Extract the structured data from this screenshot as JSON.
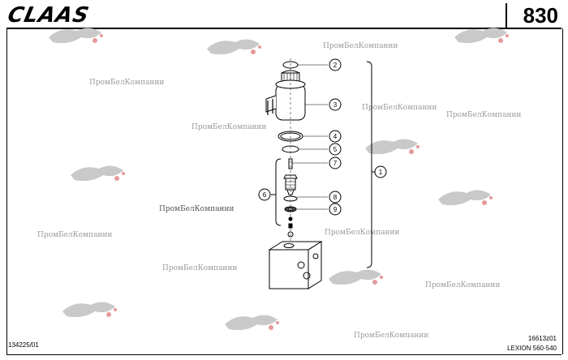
{
  "header": {
    "brand": "CLAAS",
    "page_number": "830"
  },
  "footer": {
    "left_code": "134225/01",
    "right_code": "16613z01",
    "model": "LEXION 560-540"
  },
  "callouts": [
    "1",
    "2",
    "3",
    "4",
    "5",
    "6",
    "7",
    "8",
    "9"
  ],
  "watermark_text": "ПромБелКомпании",
  "watermarks": [
    "ПромБелКомпании",
    "ПромБелКомпании",
    "ПромБелКомпании",
    "ПромБелКомпании",
    "ПромБелКомпании",
    "ПромБелКомпании",
    "ПромБелКомпании",
    "ПромБелКомпании",
    "ПромБелКомпании",
    "ПромБелКомпании",
    "ПромБелКомпании"
  ]
}
